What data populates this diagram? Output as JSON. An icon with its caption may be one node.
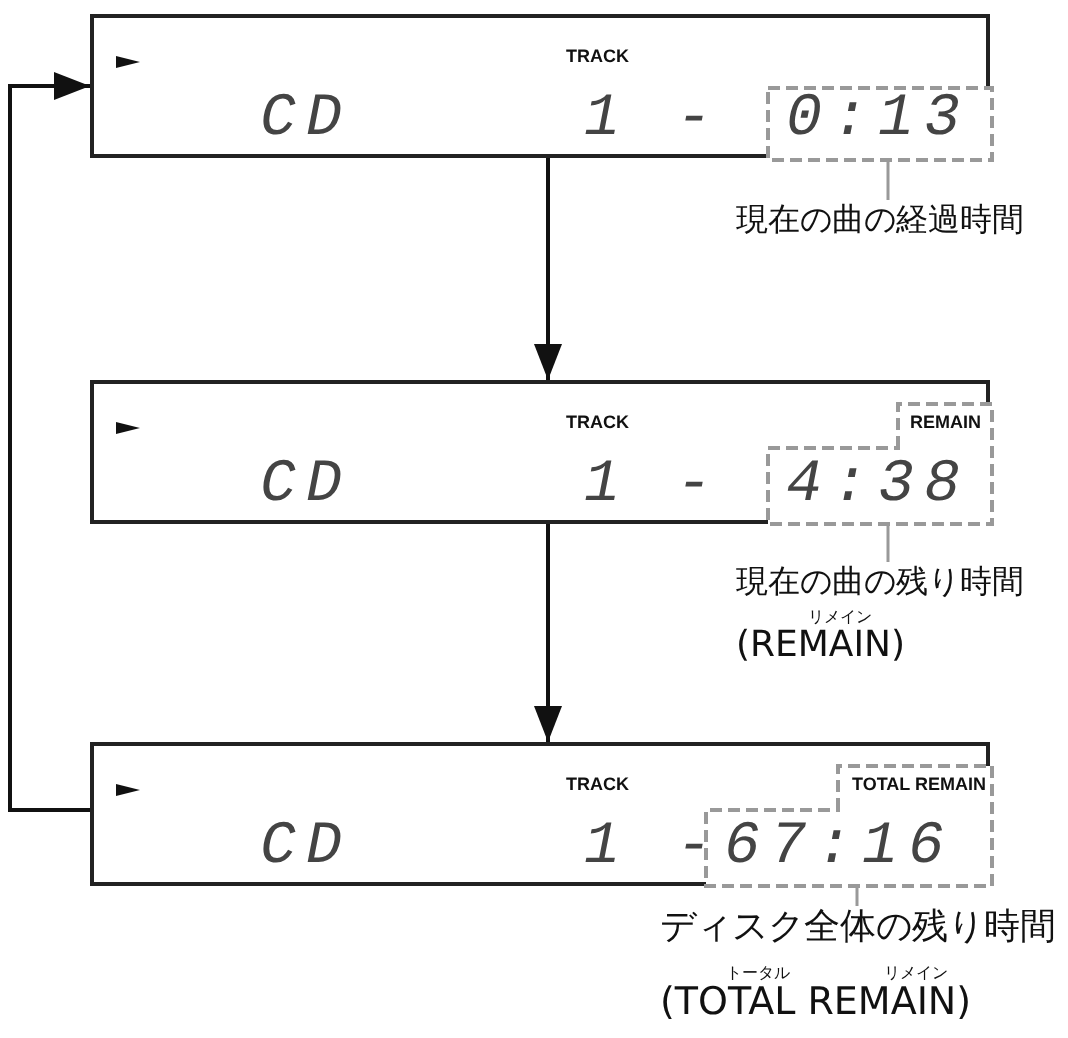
{
  "diagram": {
    "nodes": [
      {
        "text": [
          "TRACK",
          "CD",
          "1 -"
        ]
      },
      {
        "text": [
          "0:13"
        ],
        "in": 0
      },
      {
        "text": [
          "現在の曲の経過時間"
        ]
      },
      {
        "text": [
          "TRACK",
          "CD",
          "1 -"
        ]
      },
      {
        "text": [
          "REMAIN",
          "4:38"
        ],
        "in": 3
      },
      {
        "text": [
          "現在の曲の残り時間",
          "リメイン",
          "(REMAIN)"
        ]
      },
      {
        "text": [
          "TRACK",
          "CD",
          "1 -"
        ]
      },
      {
        "text": [
          "TOTAL REMAIN",
          "67:16"
        ],
        "in": 6
      },
      {
        "text": [
          "ディスク全体の残り時間",
          "トータル",
          "リメイン",
          "(TOTAL REMAIN)"
        ]
      }
    ],
    "edges": [
      {
        "from": 0,
        "to": 3,
        "arrow": "to"
      },
      {
        "from": 3,
        "to": 6,
        "arrow": "to"
      },
      {
        "from": 6,
        "to": 0,
        "arrow": "to"
      },
      {
        "from": 1,
        "to": 2,
        "arrow": "none",
        "color": "#999999"
      },
      {
        "from": 4,
        "to": 5,
        "arrow": "none",
        "color": "#999999"
      },
      {
        "from": 7,
        "to": 8,
        "arrow": "none",
        "color": "#999999"
      }
    ]
  }
}
